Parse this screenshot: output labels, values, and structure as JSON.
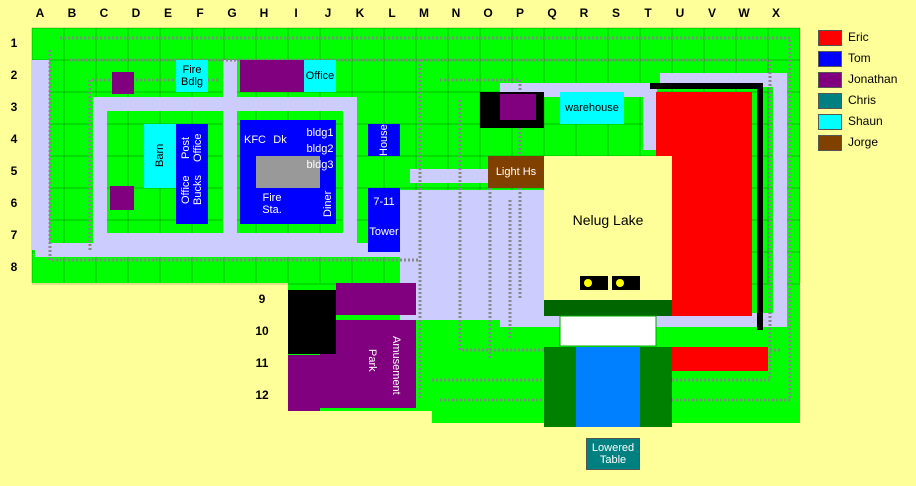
{
  "columns": [
    "A",
    "B",
    "C",
    "D",
    "E",
    "F",
    "G",
    "H",
    "I",
    "J",
    "K",
    "L",
    "M",
    "N",
    "O",
    "P",
    "Q",
    "R",
    "S",
    "T",
    "U",
    "V",
    "W",
    "X"
  ],
  "rows": [
    "1",
    "2",
    "3",
    "4",
    "5",
    "6",
    "7",
    "8",
    "9",
    "10",
    "11",
    "12"
  ],
  "legend": [
    {
      "name": "Eric",
      "color": "#ff0000"
    },
    {
      "name": "Tom",
      "color": "#0000ff"
    },
    {
      "name": "Jonathan",
      "color": "#800080"
    },
    {
      "name": "Chris",
      "color": "#008080"
    },
    {
      "name": "Shaun",
      "color": "#00ffff"
    },
    {
      "name": "Jorge",
      "color": "#804000"
    }
  ],
  "labels": {
    "fire_bdlg": "Fire\nBdlg",
    "office_top": "Office",
    "warehouse": "warehouse",
    "barn": "Barn",
    "post_office": "Post\nOffice",
    "office_bucks": "Office Bucks",
    "kfc": "KFC",
    "dk": "Dk",
    "bldg1": "bldg1",
    "bldg2": "bldg2",
    "bldg3": "bldg3",
    "house": "House",
    "fire_sta": "Fire\nSta.",
    "diner": "Diner",
    "seven_eleven": "7-11",
    "tower": "Tower",
    "light_hs": "Light Hs",
    "nelug_lake": "Nelug Lake",
    "amusement": "Amusement",
    "park": "Park",
    "lowered_table": "Lowered\nTable"
  },
  "colors": {
    "background": "#ffff99",
    "grass": "#00ff00",
    "road": "#ccccff",
    "eric": "#ff0000",
    "tom": "#0000ff",
    "jonathan": "#800080",
    "chris": "#008080",
    "shaun": "#00ffff",
    "jorge": "#804000",
    "lake": "#ffff99",
    "lake_blue": "#0080ff",
    "dark_green": "#008000"
  }
}
